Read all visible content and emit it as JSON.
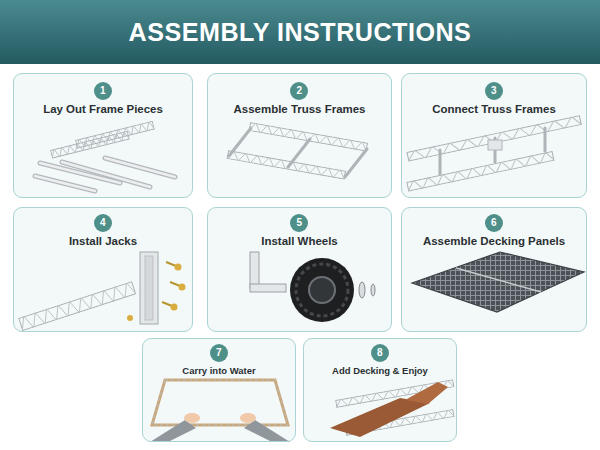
{
  "diagram": {
    "title": "ASSEMBLY INSTRUCTIONS",
    "nodes": [
      {
        "text": [
          "Lay Out Frame Pieces"
        ]
      },
      {
        "text": [
          "1"
        ],
        "in": 0
      },
      {
        "text": [
          "Assemble Truss Frames"
        ]
      },
      {
        "text": [
          "2"
        ],
        "in": 2
      },
      {
        "text": [
          "Connect Truss Frames"
        ]
      },
      {
        "text": [
          "3"
        ],
        "in": 4
      },
      {
        "text": [
          "Install Jacks"
        ]
      },
      {
        "text": [
          "4"
        ],
        "in": 6
      },
      {
        "text": [
          "Install Wheels"
        ]
      },
      {
        "text": [
          "5"
        ],
        "in": 8
      },
      {
        "text": [
          "Assemble Decking Panels"
        ]
      },
      {
        "text": [
          "6"
        ],
        "in": 10
      },
      {
        "text": [
          "Carry into Water"
        ]
      },
      {
        "text": [
          "7"
        ],
        "in": 12
      },
      {
        "text": [
          "Add Decking & Enjoy"
        ]
      },
      {
        "text": [
          "8"
        ],
        "in": 14
      }
    ]
  }
}
